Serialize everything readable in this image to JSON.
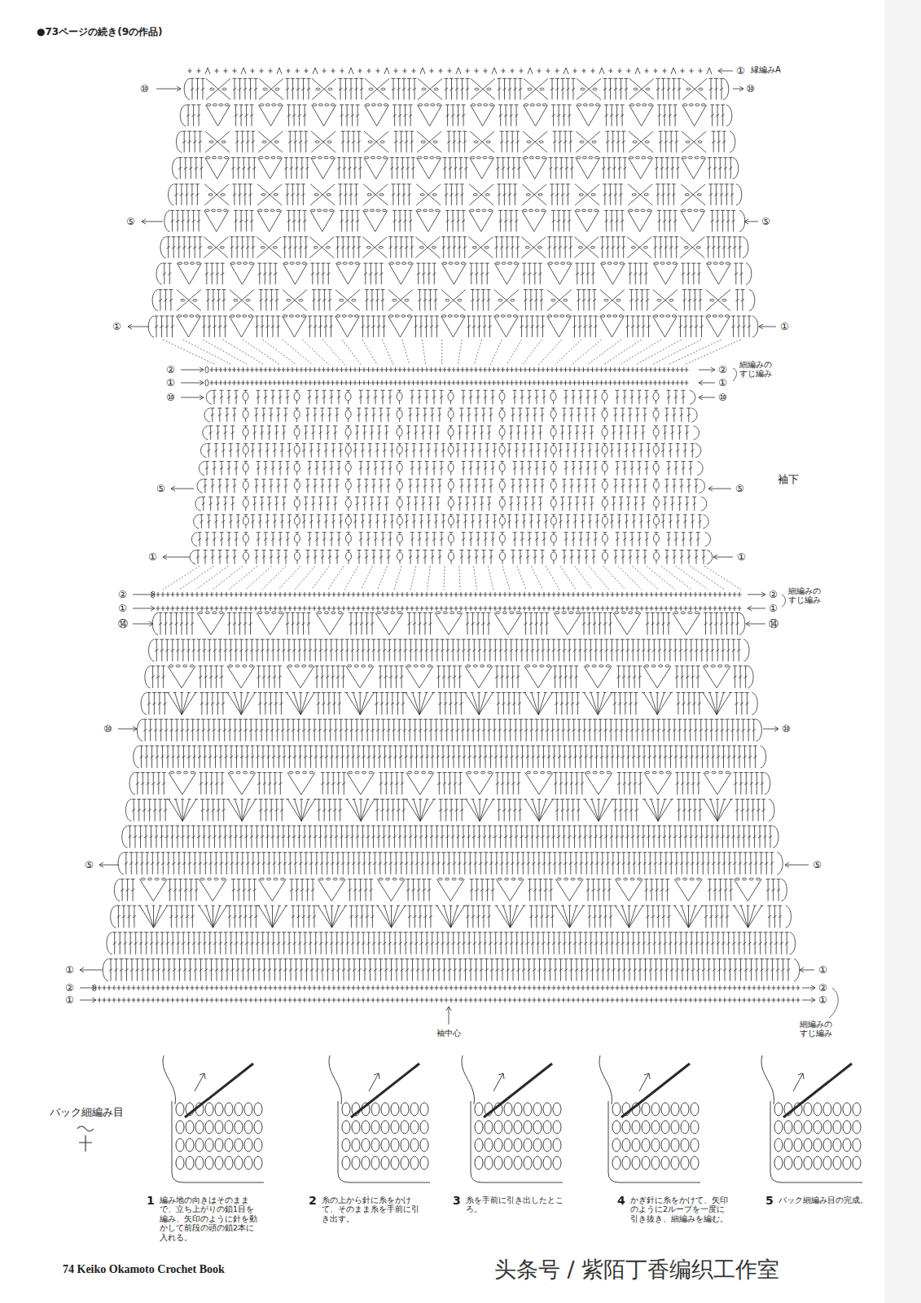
{
  "diagram": {
    "title": "●73ページの続き(9の作品)",
    "labels": [
      "①",
      "縁編みA",
      "⑩",
      "⑩",
      "⑤",
      "⑤",
      "①",
      "①",
      "②",
      "①",
      "⑩",
      "②",
      "細編みの すじ編み",
      "①",
      "⑩",
      "⑤",
      "⑤",
      "袖下",
      "①",
      "①",
      "②",
      "①",
      "⑭",
      "②",
      "細編みの すじ編み",
      "①",
      "⑭",
      "⑩",
      "⑩",
      "⑤",
      "⑤",
      "①",
      "①",
      "②",
      "①",
      "②",
      "①",
      "細編みの すじ編み",
      "袖中心",
      "バック細編み目",
      "1",
      "編み地の向きはそのままで、立ち上がりの鎖1目を編み、矢印のように針を動かして前段の頭の鎖2本に入れる。",
      "2",
      "糸の上から針に糸をかけて、そのまま糸を手前に引き出す。",
      "3",
      "糸を手前に引き出したところ。",
      "4",
      "かぎ針に糸をかけて、矢印のように2ループを一度に引き抜き、細編みを編む。",
      "5",
      "バック細編み目の完成。",
      "74 Keiko Okamoto Crochet Book",
      "头条号 / 紫陌丁香编织工作室"
    ]
  }
}
